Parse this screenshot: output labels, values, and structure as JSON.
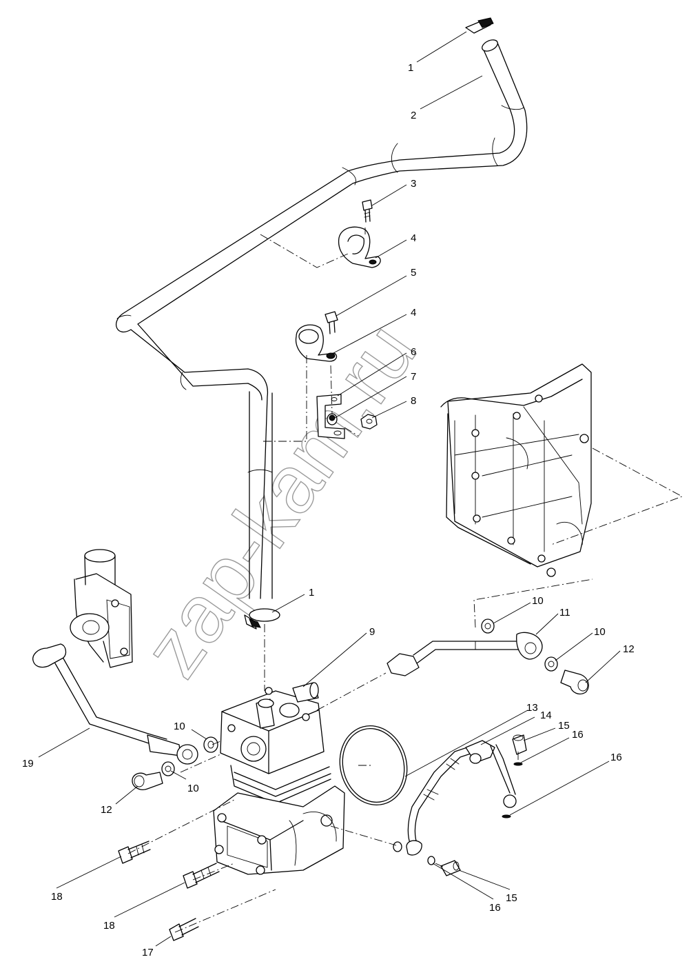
{
  "diagram": {
    "watermark": "zap-kam.ru",
    "callouts": [
      "1",
      "2",
      "3",
      "4",
      "5",
      "4",
      "6",
      "7",
      "8",
      "1",
      "9",
      "10",
      "11",
      "10",
      "12",
      "10",
      "10",
      "12",
      "13",
      "14",
      "15",
      "16",
      "16",
      "19",
      "18",
      "18",
      "17",
      "16",
      "15"
    ]
  },
  "colors": {
    "line": "#000000",
    "background": "#ffffff",
    "watermark": "#9a9a9a"
  }
}
